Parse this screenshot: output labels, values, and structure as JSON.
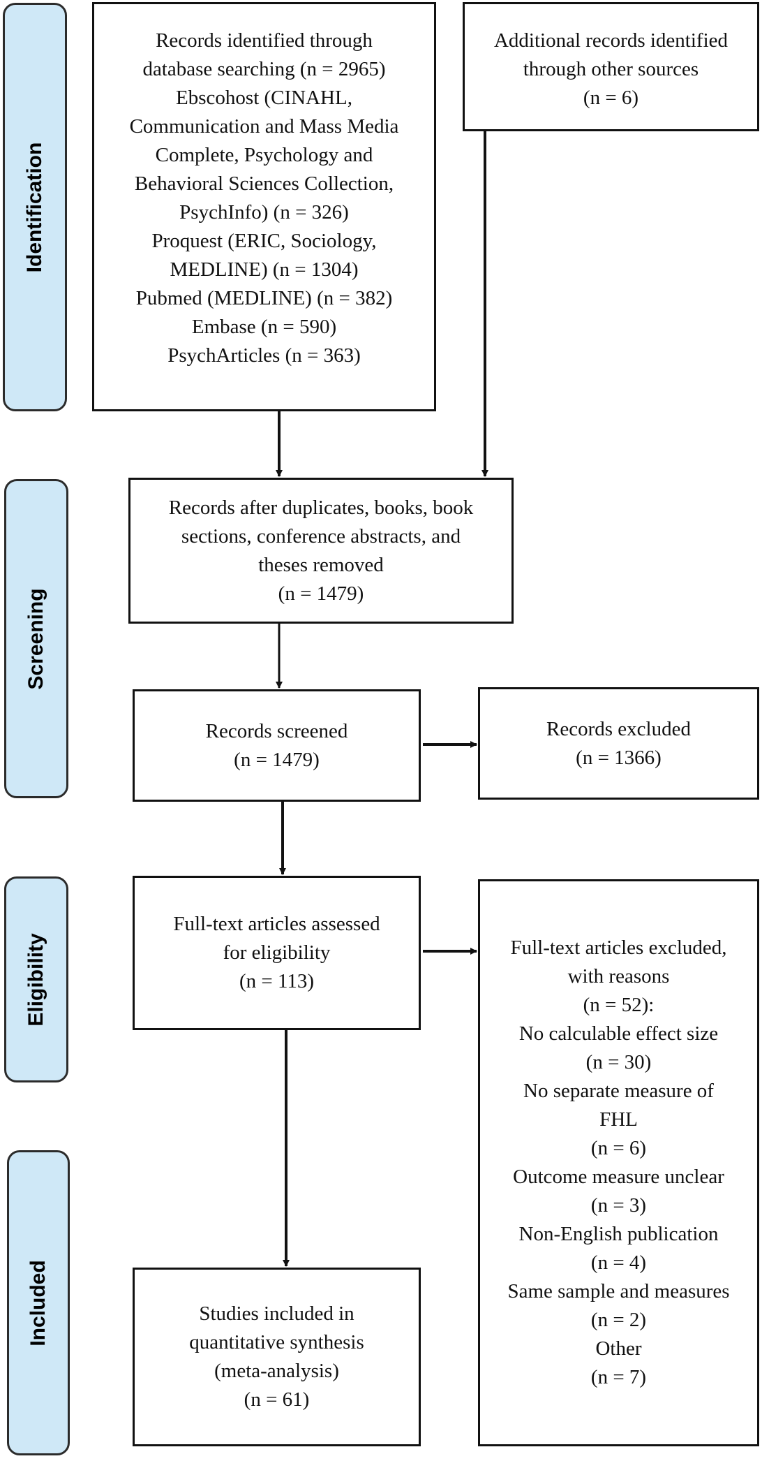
{
  "stages": {
    "identification": "Identification",
    "screening": "Screening",
    "eligibility": "Eligibility",
    "included": "Included"
  },
  "boxes": {
    "database_search": {
      "lines": [
        "Records identified through",
        "database searching (n = 2965)",
        "Ebscohost (CINAHL,",
        "Communication and Mass Media",
        "Complete, Psychology and",
        "Behavioral Sciences Collection,",
        "PsychInfo) (n = 326)",
        "Proquest (ERIC, Sociology,",
        "MEDLINE) (n = 1304)",
        "Pubmed (MEDLINE) (n = 382)",
        "Embase (n = 590)",
        "PsychArticles (n = 363)"
      ]
    },
    "other_sources": {
      "lines": [
        "Additional records identified",
        "through other sources",
        "(n = 6)"
      ]
    },
    "after_duplicates": {
      "lines": [
        "Records after duplicates, books, book",
        "sections, conference abstracts, and",
        "theses removed",
        "(n = 1479)"
      ]
    },
    "screened": {
      "lines": [
        "Records screened",
        "(n = 1479)"
      ]
    },
    "excluded": {
      "lines": [
        "Records excluded",
        "(n = 1366)"
      ]
    },
    "fulltext_assessed": {
      "lines": [
        "Full-text articles assessed",
        "for eligibility",
        "(n = 113)"
      ]
    },
    "fulltext_excluded": {
      "lines": [
        "Full-text articles excluded,",
        "with reasons",
        "(n = 52):",
        "No calculable effect size",
        "(n = 30)",
        "No separate measure of",
        "FHL",
        "(n = 6)",
        "Outcome measure unclear",
        "(n = 3)",
        "Non-English publication",
        "(n = 4)",
        "Same sample and measures",
        "(n = 2)",
        "Other",
        "(n = 7)"
      ]
    },
    "included_studies": {
      "lines": [
        "Studies included in",
        "quantitative synthesis",
        "(meta-analysis)",
        "(n = 61)"
      ]
    }
  }
}
